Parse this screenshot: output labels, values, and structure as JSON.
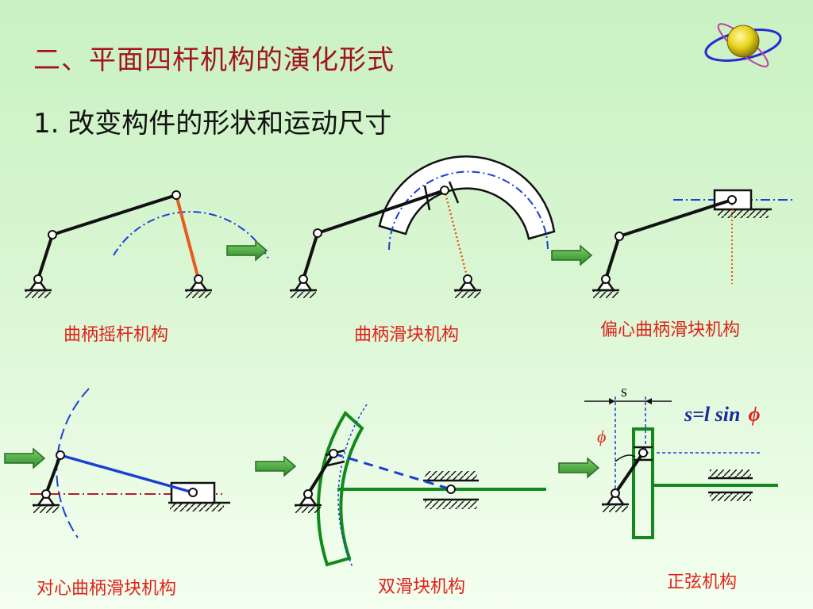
{
  "title": "二、平面四杆机构的演化形式",
  "subtitle": "1.  改变构件的形状和运动尺寸",
  "captions": {
    "crank_rocker": "曲柄摇杆机构",
    "crank_slider": "曲柄滑块机构",
    "offset_crank_slider": "偏心曲柄滑块机构",
    "centric_crank_slider": "对心曲柄滑块机构",
    "double_slider": "双滑块机构",
    "sine_mechanism": "正弦机构"
  },
  "labels": {
    "s": "s",
    "phi": "ϕ",
    "formula_main": "s=l sin",
    "formula_phi": "ϕ"
  },
  "icons": {
    "logo": "globe-orbit-icon",
    "arrow": "arrow-right-icon"
  },
  "colors": {
    "title": "#a3141d",
    "caption": "#e0221a",
    "link": "#111111",
    "rocker": "#e85a1e",
    "path": "#1b3fd6",
    "coupler_blue": "#1b3fd6",
    "green_part": "#118a1b",
    "arrow_fill": "#46a43a"
  }
}
